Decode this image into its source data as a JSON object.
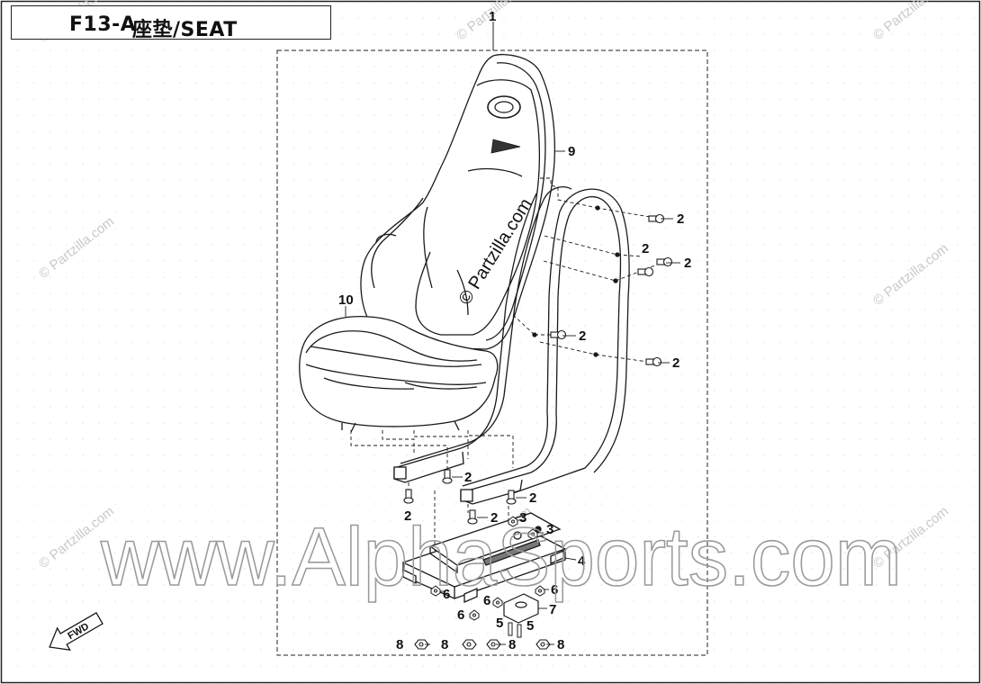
{
  "header": {
    "code": "F13-A",
    "title": "座垫/SEAT"
  },
  "callouts": {
    "c1": "1",
    "c2": "2",
    "c3": "3",
    "c4": "4",
    "c5": "5",
    "c6": "6",
    "c7": "7",
    "c8": "8",
    "c9": "9",
    "c10": "10"
  },
  "fwd_label": "FWD",
  "watermarks": {
    "partzilla": "© Partzilla.com",
    "alpha": "www.AlphaSports.com"
  },
  "colors": {
    "line": "#1a1a1a",
    "watermark_light": "#c9c9c9",
    "dot_grid": "#e6e6e6"
  }
}
